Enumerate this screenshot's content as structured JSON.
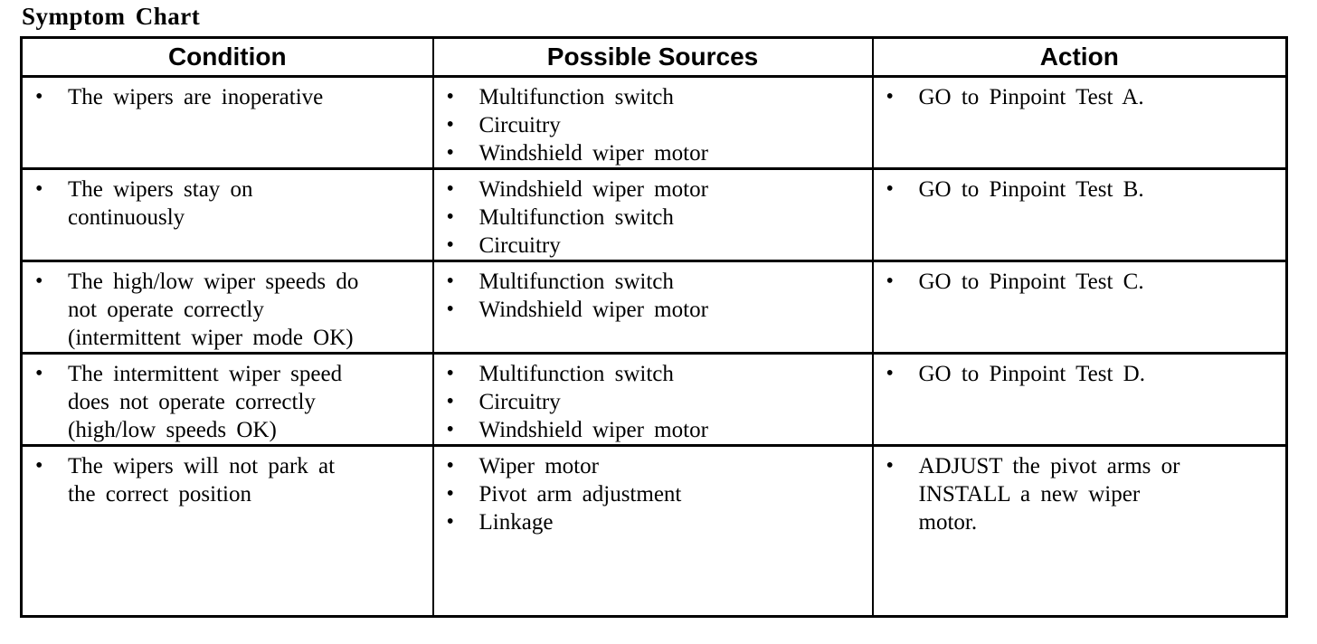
{
  "page": {
    "title": "Symptom Chart"
  },
  "table": {
    "bullet_char": "•",
    "headers": [
      "Condition",
      "Possible Sources",
      "Action"
    ],
    "rows": [
      {
        "condition": [
          "The wipers are inoperative"
        ],
        "sources": [
          "Multifunction switch",
          "Circuitry",
          "Windshield wiper motor"
        ],
        "action": [
          "GO to Pinpoint Test A."
        ]
      },
      {
        "condition": [
          "The wipers stay on",
          "continuously"
        ],
        "sources": [
          "Windshield wiper motor",
          "Multifunction switch",
          "Circuitry"
        ],
        "action": [
          "GO to Pinpoint Test B."
        ]
      },
      {
        "condition": [
          "The high/low wiper speeds do",
          "not operate correctly",
          "(intermittent wiper mode OK)"
        ],
        "sources": [
          "Multifunction switch",
          "Windshield wiper motor"
        ],
        "action": [
          "GO to Pinpoint Test C."
        ]
      },
      {
        "condition": [
          "The intermittent wiper speed",
          "does not operate correctly",
          "(high/low speeds OK)"
        ],
        "sources": [
          "Multifunction switch",
          "Circuitry",
          "Windshield wiper motor"
        ],
        "action": [
          "GO to Pinpoint Test D."
        ]
      },
      {
        "condition": [
          "The wipers will not park at",
          "the correct position"
        ],
        "sources": [
          "Wiper motor",
          "Pivot arm adjustment",
          "Linkage"
        ],
        "action": [
          "ADJUST the pivot arms or",
          "INSTALL a new wiper",
          "motor."
        ]
      }
    ]
  }
}
